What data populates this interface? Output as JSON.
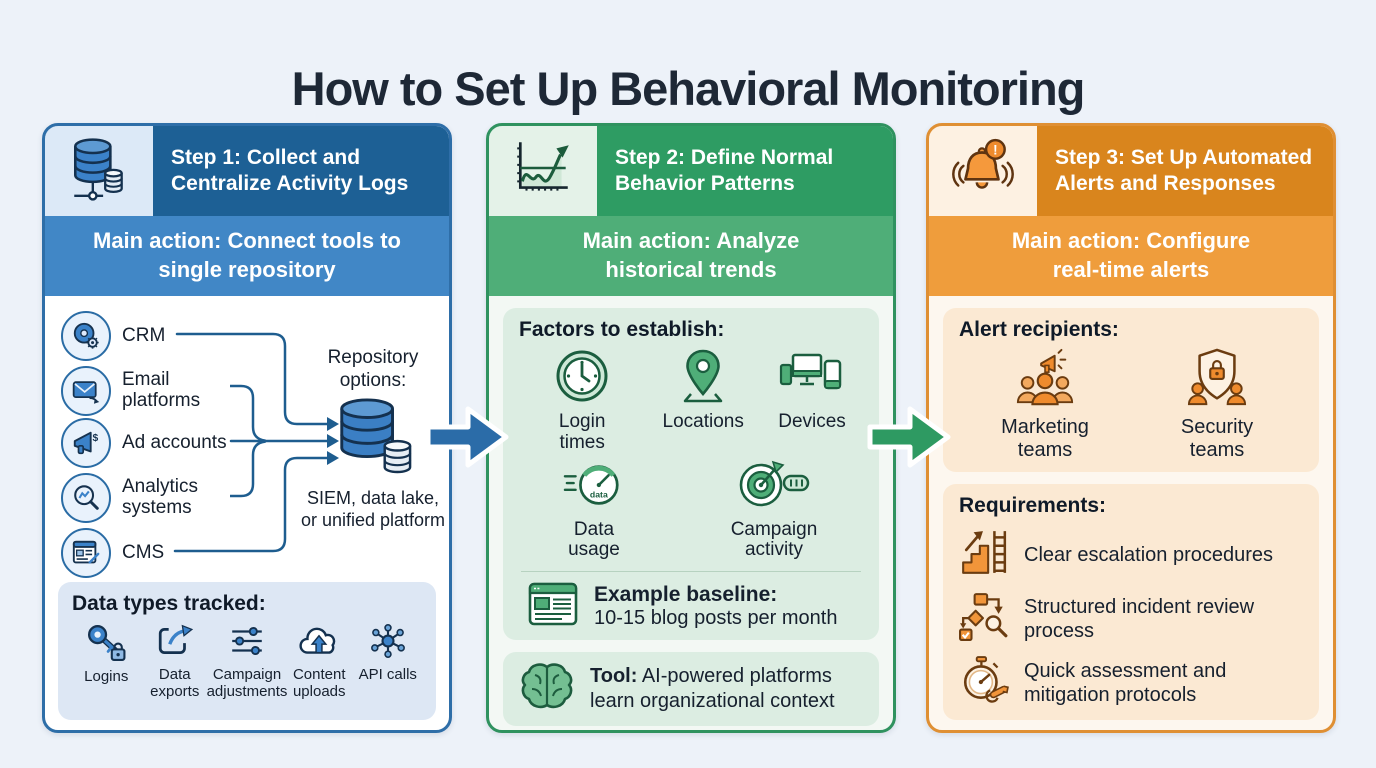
{
  "title": "How to Set Up Behavioral Monitoring",
  "colors": {
    "step1_accent": "#1d6095",
    "step1_band": "#4187c6",
    "step2_accent": "#2e9c63",
    "step2_band": "#4fae78",
    "step3_accent": "#d9851d",
    "step3_band": "#ef9d3c",
    "background": "#edf2f9"
  },
  "steps": [
    {
      "header": "Step 1: Collect and Centralize Activity Logs",
      "main_action": "Main action: Connect tools to single repository",
      "sources": [
        "CRM",
        "Email platforms",
        "Ad accounts",
        "Analytics systems",
        "CMS"
      ],
      "ad_glyph": "$",
      "repository_label": "Repository options:",
      "repository_desc": "SIEM, data lake, or unified platform",
      "data_types_title": "Data types tracked:",
      "data_types": [
        "Logins",
        "Data exports",
        "Campaign adjustments",
        "Content uploads",
        "API calls"
      ]
    },
    {
      "header": "Step 2: Define Normal Behavior Patterns",
      "main_action": "Main action: Analyze historical trends",
      "factors_title": "Factors to establish:",
      "factors": [
        "Login times",
        "Locations",
        "Devices",
        "Data usage",
        "Campaign activity"
      ],
      "gauge_text": "data",
      "baseline_label": "Example baseline:",
      "baseline_text": "10-15 blog posts per month",
      "tool_label": "Tool:",
      "tool_text": "AI-powered platforms learn organizational context"
    },
    {
      "header": "Step 3: Set Up Automated Alerts and Responses",
      "main_action": "Main action: Configure real-time alerts",
      "badge_glyph": "!",
      "recipients_title": "Alert recipients:",
      "recipients": [
        "Marketing teams",
        "Security teams"
      ],
      "requirements_title": "Requirements:",
      "requirements": [
        "Clear escalation procedures",
        "Structured incident review process",
        "Quick assessment and mitigation protocols"
      ]
    }
  ]
}
